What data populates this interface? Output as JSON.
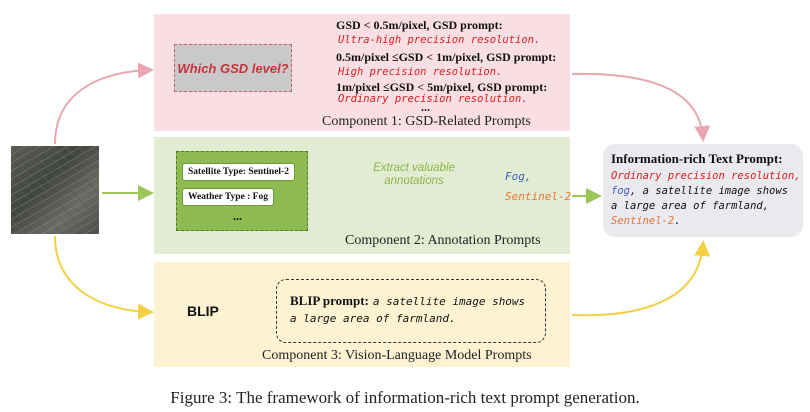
{
  "components": {
    "c1": {
      "title": "Component 1: GSD-Related Prompts",
      "question": "Which GSD level?",
      "levels": [
        {
          "condition": "GSD < 0.5m/pixel, GSD prompt:",
          "prompt": "Ultra-high precision resolution."
        },
        {
          "condition": "0.5m/pixel ≤GSD < 1m/pixel, GSD prompt:",
          "prompt": "High precision resolution."
        },
        {
          "condition": "1m/pixel ≤GSD < 5m/pixel, GSD prompt:",
          "prompt": "Ordinary precision resolution."
        }
      ],
      "ellipsis": "..."
    },
    "c2": {
      "title": "Component 2: Annotation Prompts",
      "items": [
        "Satellite Type: Sentinel-2",
        "Weather Type : Fog"
      ],
      "ellipsis": "...",
      "extract_label": "Extract valuable annotations",
      "outputs": [
        "Fog,",
        "Sentinel-2"
      ]
    },
    "c3": {
      "title": "Component 3: Vision-Language Model Prompts",
      "model_label": "BLIP",
      "prompt_head": "BLIP prompt:",
      "prompt_text_1": "a satellite image shows",
      "prompt_text_2": "a large area of farmland."
    }
  },
  "result": {
    "title": "Information-rich Text Prompt:",
    "line1": "Ordinary precision resolution,",
    "fog": "fog",
    "line2_rest": ", a satellite image shows",
    "line3": "a large area of farmland,",
    "sentinel": "Sentinel-2",
    "end": "."
  },
  "caption": "Figure 3: The framework of information-rich text prompt generation.",
  "colors": {
    "pink_arrow": "#e8a7b0",
    "green_arrow": "#9cc65a",
    "yellow_arrow": "#f2cf43",
    "red_text": "#d82020",
    "blue_text": "#3b5fc0",
    "orange_text": "#e8743a"
  }
}
